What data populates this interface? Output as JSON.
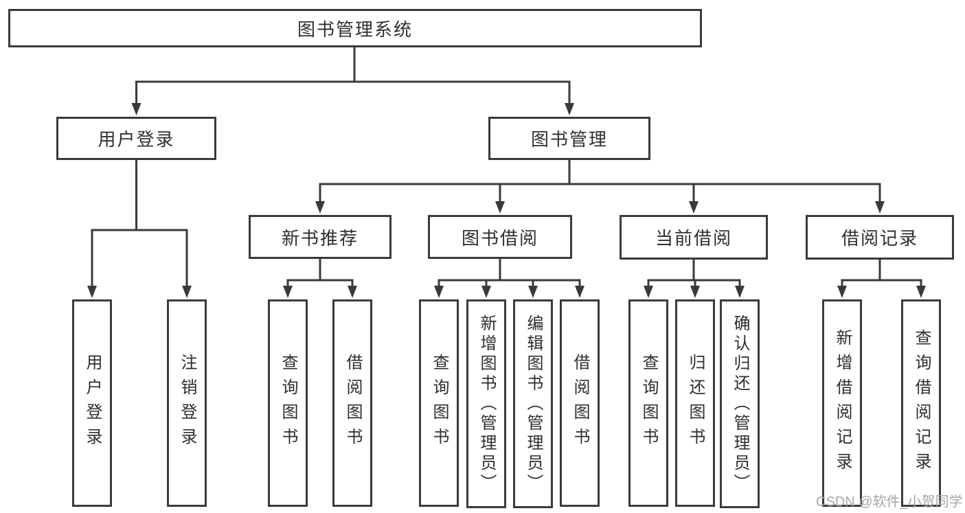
{
  "diagram": {
    "tree": {
      "label": "图书管理系统",
      "children": [
        {
          "label": "用户登录",
          "children": [
            {
              "label": "用户登录"
            },
            {
              "label": "注销登录"
            }
          ]
        },
        {
          "label": "图书管理",
          "children": [
            {
              "label": "新书推荐",
              "children": [
                {
                  "label": "查询图书"
                },
                {
                  "label": "借阅图书"
                }
              ]
            },
            {
              "label": "图书借阅",
              "children": [
                {
                  "label": "查询图书"
                },
                {
                  "label": "新增图书（管理员）"
                },
                {
                  "label": "编辑图书（管理员）"
                },
                {
                  "label": "借阅图书"
                }
              ]
            },
            {
              "label": "当前借阅",
              "children": [
                {
                  "label": "查询图书"
                },
                {
                  "label": "归还图书"
                },
                {
                  "label": "确认归还（管理员）"
                }
              ]
            },
            {
              "label": "借阅记录",
              "children": [
                {
                  "label": "新增借阅记录"
                },
                {
                  "label": "查询借阅记录"
                }
              ]
            }
          ]
        }
      ]
    }
  },
  "watermark": {
    "text": "CSDN @软件_小贺同学"
  },
  "colors": {
    "line": "#3a3a3a",
    "text": "#2e2e2e",
    "background": "#ffffff",
    "watermark": "#a6a6a6"
  }
}
